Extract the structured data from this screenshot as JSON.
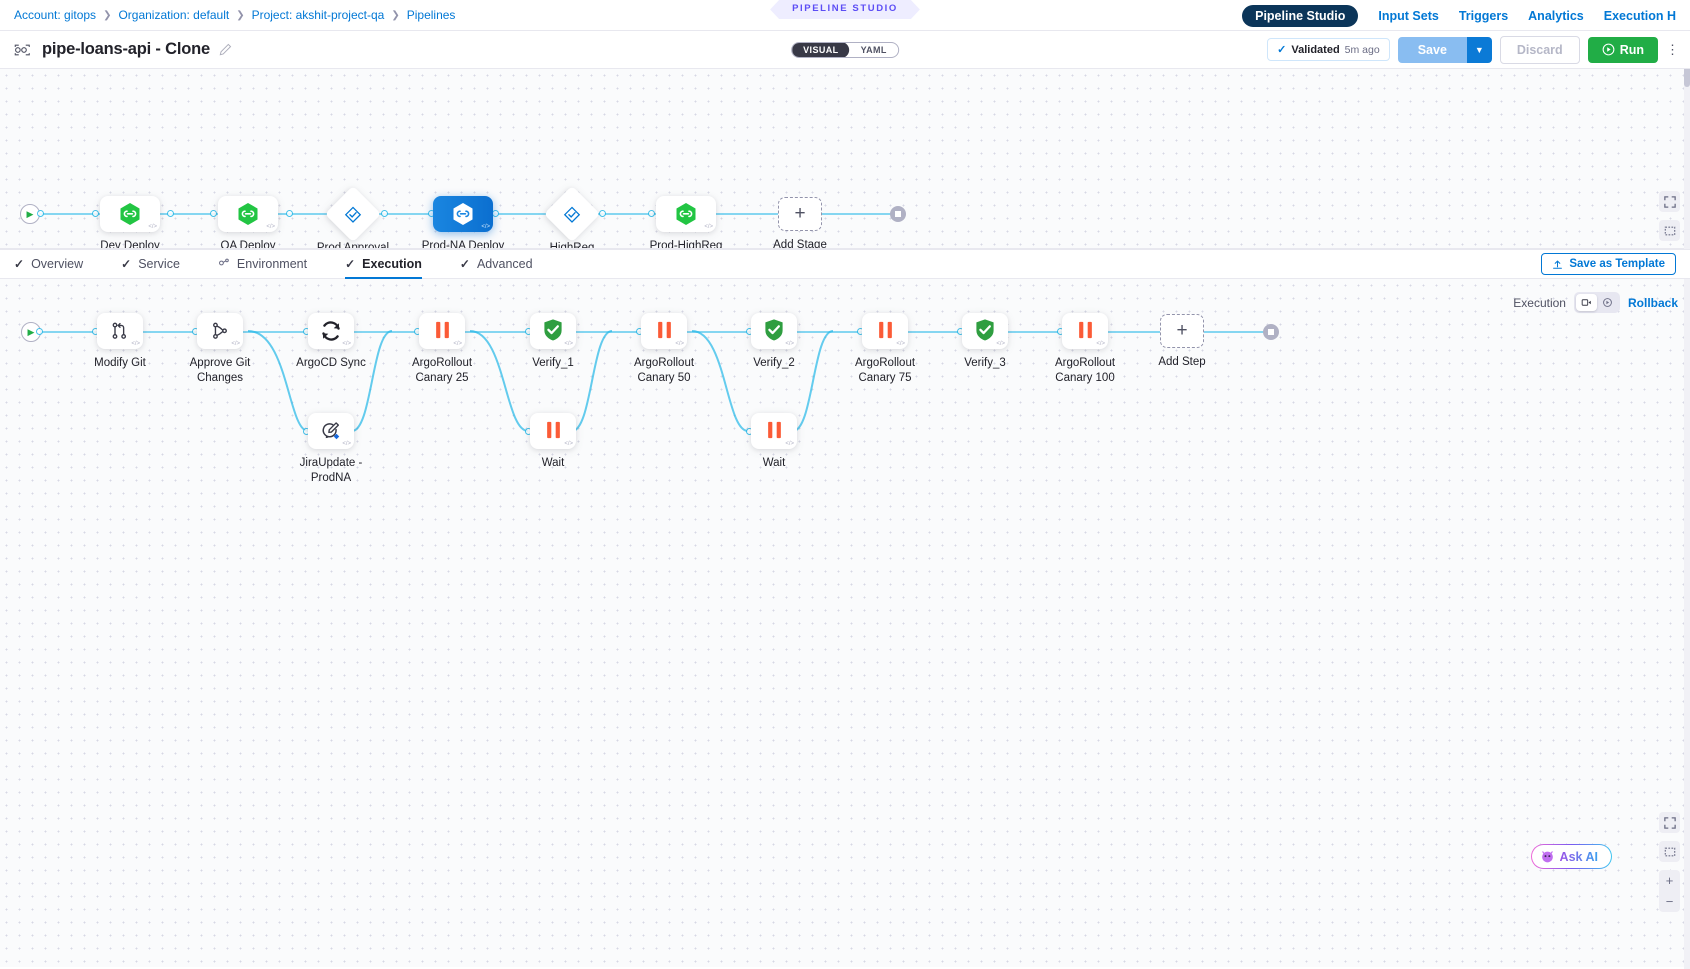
{
  "breadcrumb": [
    {
      "label": "Account: gitops"
    },
    {
      "label": "Organization: default"
    },
    {
      "label": "Project: akshit-project-qa"
    },
    {
      "label": "Pipelines"
    }
  ],
  "studio_banner": "PIPELINE STUDIO",
  "top_tabs": [
    {
      "label": "Pipeline Studio",
      "active": true
    },
    {
      "label": "Input Sets",
      "active": false
    },
    {
      "label": "Triggers",
      "active": false
    },
    {
      "label": "Analytics",
      "active": false
    },
    {
      "label": "Execution H",
      "active": false
    }
  ],
  "title": {
    "name": "pipe-loans-api - Clone",
    "pipeline_icon": "pipeline-icon",
    "edit_icon": "pencil-icon"
  },
  "view_toggle": {
    "options": [
      "VISUAL",
      "YAML"
    ],
    "selected": "VISUAL"
  },
  "actions": {
    "validated_label": "Validated",
    "validated_ago": "5m ago",
    "save_label": "Save",
    "save_caret_icon": "chevron-down-icon",
    "discard_label": "Discard",
    "run_label": "Run",
    "run_icon": "play-circle-icon",
    "kebab_icon": "more-vertical-icon"
  },
  "stage_graph": {
    "start_icon": "play-icon",
    "end_icon": "stop-icon",
    "nodes": [
      {
        "label": "Dev Deploy",
        "shape": "card",
        "icon": "gitops-hexagon-icon",
        "selected": false
      },
      {
        "label": "QA Deploy",
        "shape": "card",
        "icon": "gitops-hexagon-icon",
        "selected": false
      },
      {
        "label": "Prod Approval\nGate",
        "shape": "diamond",
        "icon": "approval-diamond-icon",
        "selected": false
      },
      {
        "label": "Prod-NA Deploy",
        "shape": "card",
        "icon": "gitops-hexagon-icon",
        "selected": true
      },
      {
        "label": "HighReg\nApproval Gate",
        "shape": "diamond",
        "icon": "approval-diamond-icon",
        "selected": false
      },
      {
        "label": "Prod-HighReg\nDeploy",
        "shape": "card",
        "icon": "gitops-hexagon-icon",
        "selected": false
      },
      {
        "label": "Add Stage",
        "shape": "add",
        "icon": "plus-icon",
        "selected": false
      }
    ]
  },
  "step_tabs": [
    {
      "label": "Overview",
      "icon": "check-icon",
      "active": false
    },
    {
      "label": "Service",
      "icon": "check-icon",
      "active": false
    },
    {
      "label": "Environment",
      "icon": "environment-icon",
      "active": false
    },
    {
      "label": "Execution",
      "icon": "check-icon",
      "active": true
    },
    {
      "label": "Advanced",
      "icon": "check-icon",
      "active": false
    }
  ],
  "save_as_template": {
    "label": "Save as Template",
    "icon": "template-icon"
  },
  "exec_toggle": {
    "left_label": "Execution",
    "right_label": "Rollback",
    "buttons": [
      {
        "icon": "execution-flow-icon",
        "active": true
      },
      {
        "icon": "rollback-flow-icon",
        "active": false
      }
    ]
  },
  "step_graph": {
    "start_icon": "play-icon",
    "end_icon": "stop-icon",
    "steps": [
      {
        "label": "Modify Git",
        "icon": "git-branch-icon",
        "row": "main"
      },
      {
        "label": "Approve Git\nChanges",
        "icon": "git-merge-icon",
        "row": "main"
      },
      {
        "label": "ArgoCD Sync",
        "icon": "sync-refresh-icon",
        "row": "main"
      },
      {
        "label": "ArgoRollout\nCanary 25",
        "icon": "pause-bars-icon",
        "row": "main"
      },
      {
        "label": "Verify_1",
        "icon": "verify-shield-icon",
        "row": "main"
      },
      {
        "label": "ArgoRollout\nCanary 50",
        "icon": "pause-bars-icon",
        "row": "main"
      },
      {
        "label": "Verify_2",
        "icon": "verify-shield-icon",
        "row": "main"
      },
      {
        "label": "ArgoRollout\nCanary 75",
        "icon": "pause-bars-icon",
        "row": "main"
      },
      {
        "label": "Verify_3",
        "icon": "verify-shield-icon",
        "row": "main"
      },
      {
        "label": "ArgoRollout\nCanary 100",
        "icon": "pause-bars-icon",
        "row": "main"
      }
    ],
    "parallel_steps": [
      {
        "label": "JiraUpdate -\nProdNA",
        "icon": "jira-update-icon",
        "under": "ArgoCD Sync"
      },
      {
        "label": "Wait",
        "icon": "pause-bars-icon",
        "under": "Verify_1"
      },
      {
        "label": "Wait",
        "icon": "pause-bars-icon",
        "under": "Verify_2"
      }
    ],
    "add_step": {
      "label": "Add Step",
      "icon": "plus-icon"
    }
  },
  "zoom_controls": [
    {
      "icon": "fullscreen-icon"
    },
    {
      "icon": "fit-view-icon"
    },
    {
      "icon": "zoom-in-icon"
    },
    {
      "icon": "zoom-out-icon"
    }
  ],
  "ask_ai": {
    "label": "Ask AI",
    "icon": "ai-orb-icon"
  },
  "colors": {
    "link": "#0278d5",
    "accent_dark": "#0b3559",
    "run_green": "#21ad46",
    "edge_blue": "#24b8e8",
    "orange": "#fb5b37",
    "hex_green": "#22c543"
  }
}
